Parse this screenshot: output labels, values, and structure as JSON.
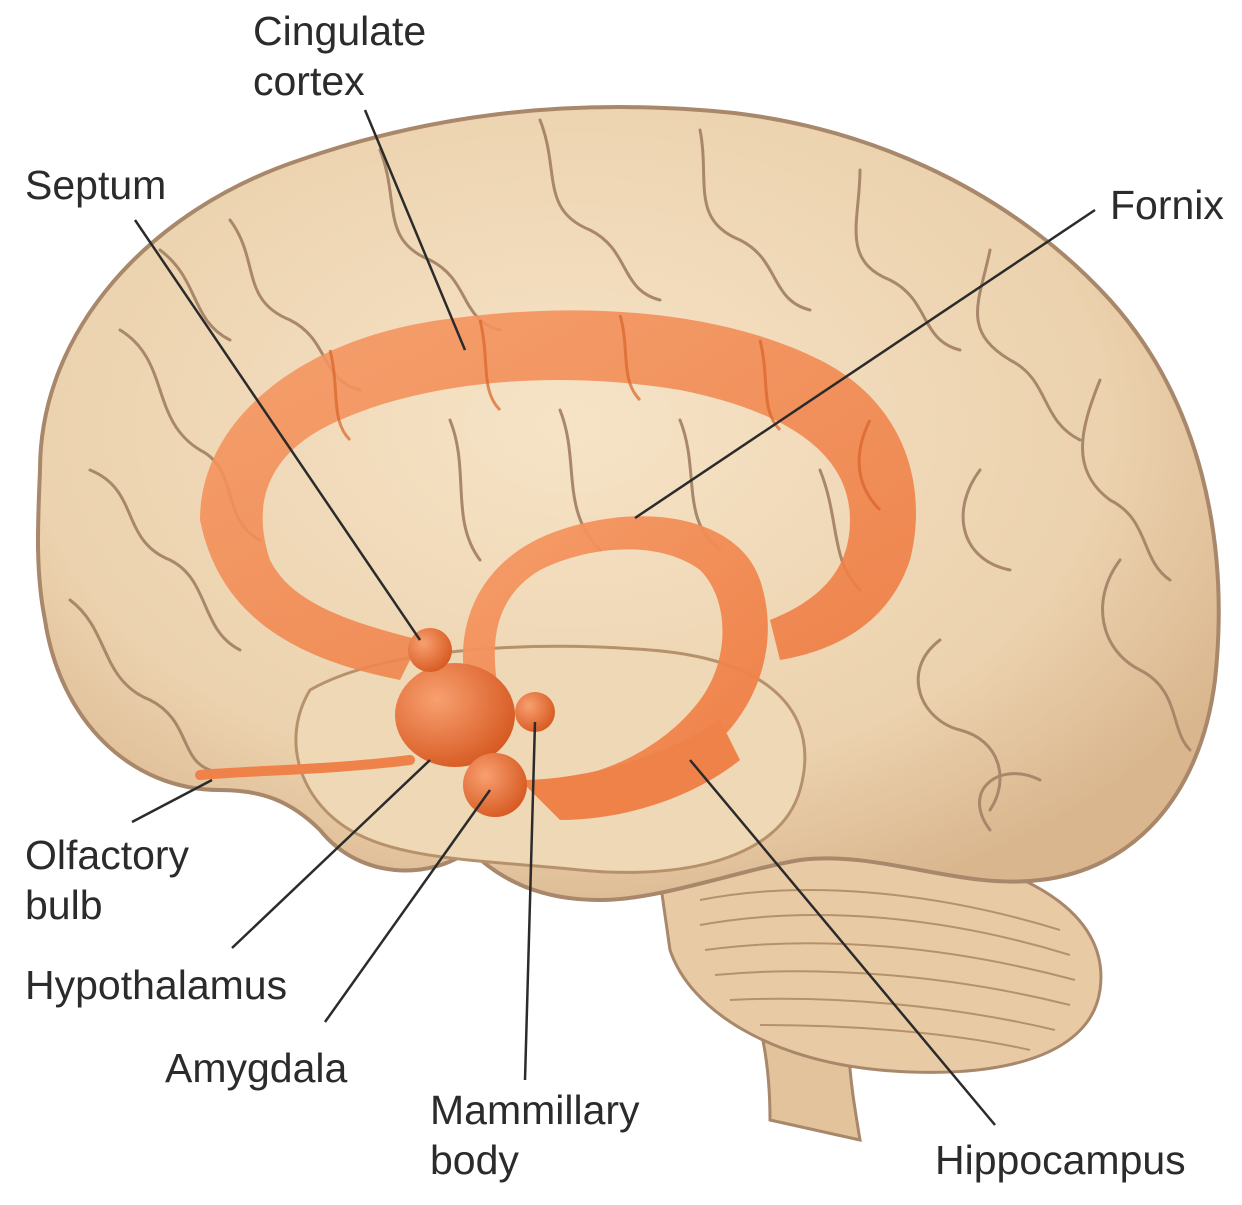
{
  "labels": {
    "cingulate_cortex": [
      "Cingulate",
      "cortex"
    ],
    "septum": "Septum",
    "fornix": "Fornix",
    "olfactory_bulb": [
      "Olfactory",
      "bulb"
    ],
    "hypothalamus": "Hypothalamus",
    "amygdala": "Amygdala",
    "mammillary_body": [
      "Mammillary",
      "body"
    ],
    "hippocampus": "Hippocampus"
  },
  "colors": {
    "cortex": "#ecd2ae",
    "sulcus": "#a8876a",
    "limbic": "#f2874f",
    "limbic_dark": "#d9622a",
    "leader_line": "#2b2b2b",
    "text": "#2b2b2b"
  }
}
